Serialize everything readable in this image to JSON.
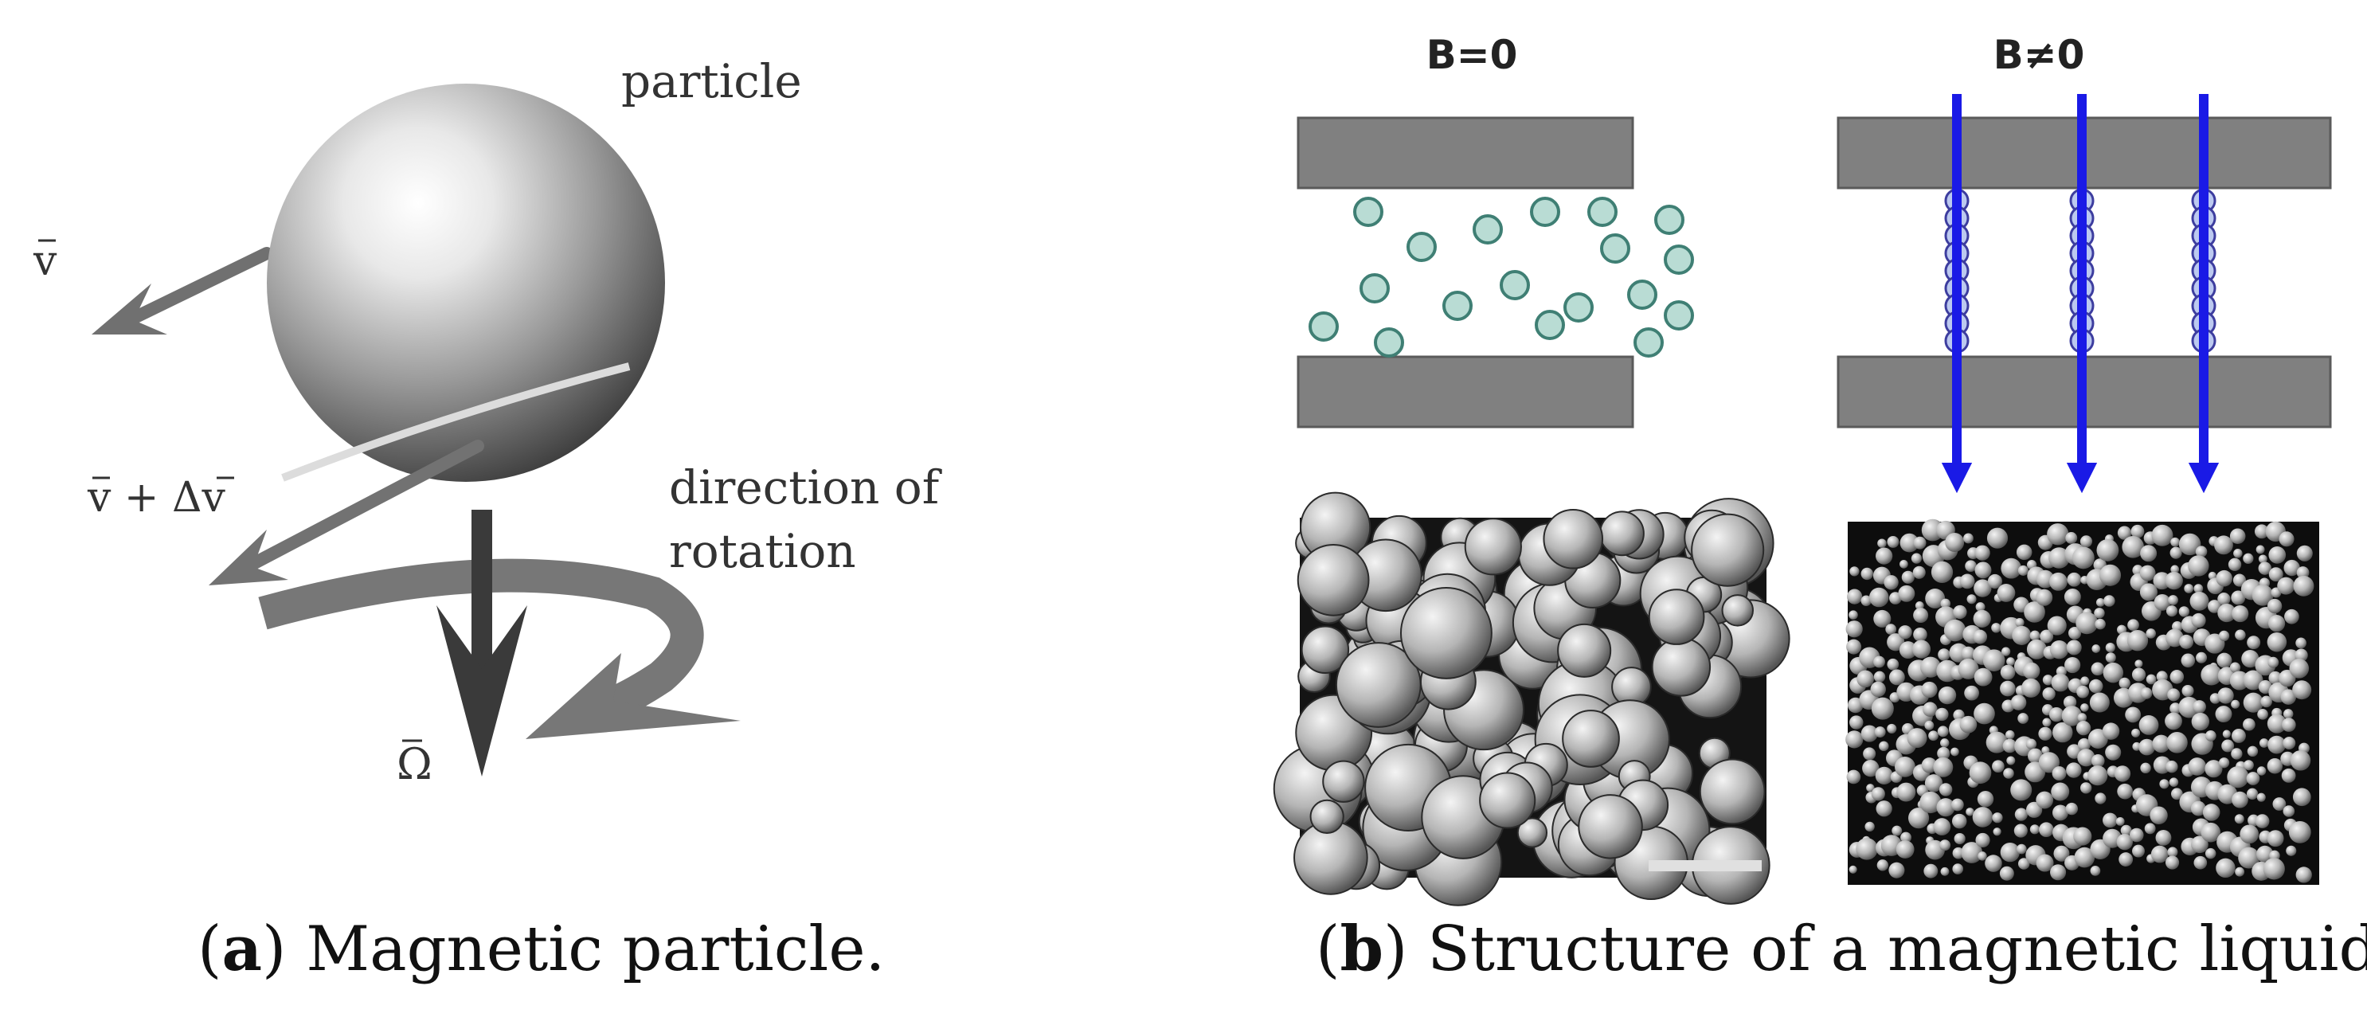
{
  "panel_a": {
    "labels": {
      "particle": "particle",
      "velocity": "v",
      "velocity_sum": "v + Δv",
      "rotation_line1": "direction of",
      "rotation_line2": "rotation",
      "omega": "Ω"
    },
    "caption": {
      "letter": "a",
      "text": " Magnetic particle."
    }
  },
  "panel_b": {
    "labels": {
      "field_off": "B=0",
      "field_on": "B≠0"
    },
    "caption": {
      "letter": "b",
      "text": " Structure of a magnetic liquid."
    }
  },
  "colors": {
    "plate": "#808080",
    "particle_fill": "#b9dcd4",
    "particle_stroke": "#3f7f74",
    "chain_particle": "#bcc9f0",
    "field_arrow": "#1a1ae6",
    "micrograph_bg": "#111111"
  }
}
